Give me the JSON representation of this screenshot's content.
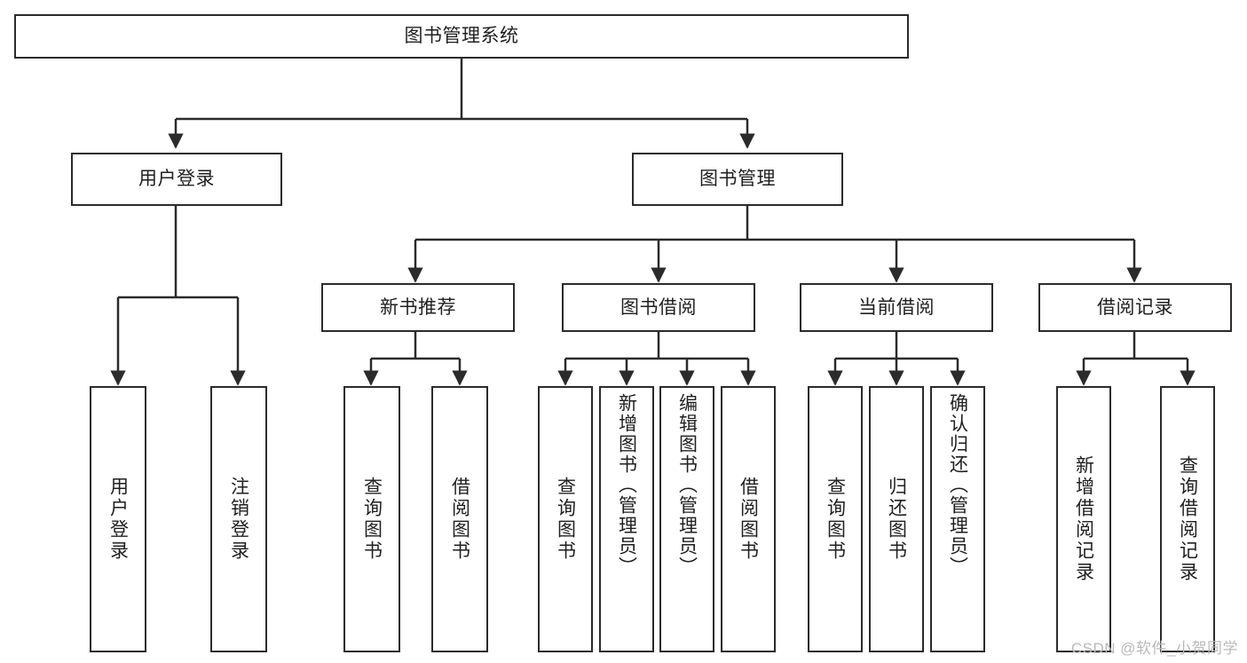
{
  "diagram": {
    "title": "图书管理系统",
    "type": "hierarchy-tree",
    "root": {
      "id": "root",
      "label": "图书管理系统"
    },
    "level2": [
      {
        "id": "user-login",
        "label": "用户登录"
      },
      {
        "id": "book-management",
        "label": "图书管理"
      }
    ],
    "level3": [
      {
        "id": "new-book-recommend",
        "label": "新书推荐",
        "parent": "book-management"
      },
      {
        "id": "book-borrow",
        "label": "图书借阅",
        "parent": "book-management"
      },
      {
        "id": "current-borrow",
        "label": "当前借阅",
        "parent": "book-management"
      },
      {
        "id": "borrow-record",
        "label": "借阅记录",
        "parent": "book-management"
      }
    ],
    "leaves": [
      {
        "id": "leaf-user-login",
        "label": "用户登录",
        "parent": "user-login"
      },
      {
        "id": "leaf-user-logout",
        "label": "注销登录",
        "parent": "user-login"
      },
      {
        "id": "leaf-query-book-1",
        "label": "查询图书",
        "parent": "new-book-recommend"
      },
      {
        "id": "leaf-borrow-book-1",
        "label": "借阅图书",
        "parent": "new-book-recommend"
      },
      {
        "id": "leaf-query-book-2",
        "label": "查询图书",
        "parent": "book-borrow"
      },
      {
        "id": "leaf-add-book",
        "label": "新增图书（管理员）",
        "parent": "book-borrow"
      },
      {
        "id": "leaf-edit-book",
        "label": "编辑图书（管理员）",
        "parent": "book-borrow"
      },
      {
        "id": "leaf-borrow-book-2",
        "label": "借阅图书",
        "parent": "book-borrow"
      },
      {
        "id": "leaf-query-book-3",
        "label": "查询图书",
        "parent": "current-borrow"
      },
      {
        "id": "leaf-return-book",
        "label": "归还图书",
        "parent": "current-borrow"
      },
      {
        "id": "leaf-confirm-return",
        "label": "确认归还（管理员）",
        "parent": "current-borrow"
      },
      {
        "id": "leaf-add-record",
        "label": "新增借阅记录",
        "parent": "borrow-record"
      },
      {
        "id": "leaf-query-record",
        "label": "查询借阅记录",
        "parent": "borrow-record"
      }
    ],
    "colors": {
      "stroke": "#2b2b2b",
      "text": "#1f1f1f",
      "background": "#ffffff",
      "watermark": "#b9b9b9"
    }
  },
  "watermark": {
    "text": "CSDN @软件_小贺同学"
  }
}
